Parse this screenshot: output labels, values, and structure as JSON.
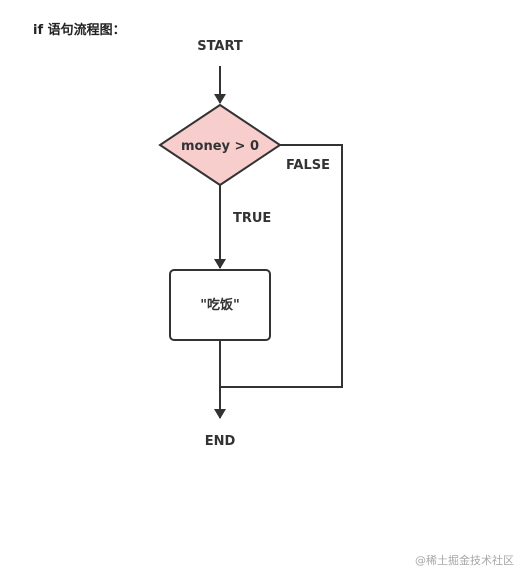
{
  "page": {
    "title": "if 语句流程图："
  },
  "flowchart": {
    "start_label": "START",
    "decision_label": "money > 0",
    "true_label": "TRUE",
    "false_label": "FALSE",
    "process_label": "\"吃饭\"",
    "end_label": "END"
  },
  "colors": {
    "decision_fill": "#f8cecc",
    "stroke": "#333333",
    "process_fill": "#ffffff"
  },
  "watermark": {
    "text": "@稀土掘金技术社区"
  }
}
